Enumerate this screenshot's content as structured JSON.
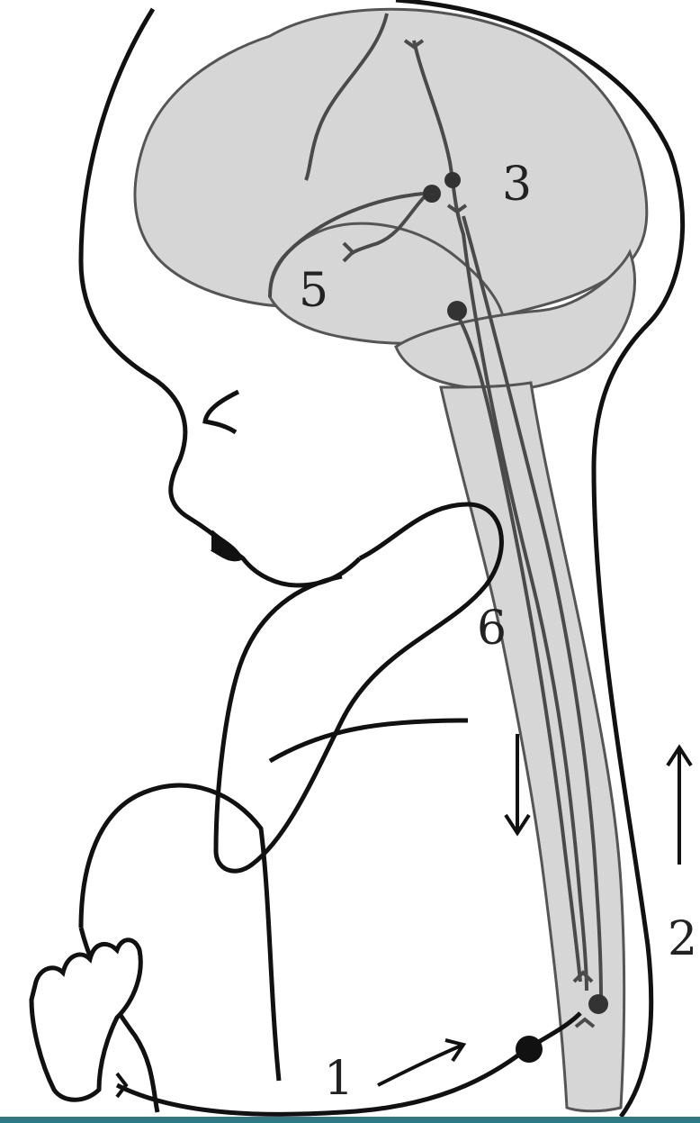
{
  "labels": {
    "n1": "1",
    "n2": "2",
    "n3": "3",
    "n5": "5",
    "n6": "6"
  },
  "colors": {
    "outline": "#111111",
    "tissue_fill": "#d6d6d6",
    "neuron": "#4a4a4a",
    "accent_strip": "#2e7a82"
  }
}
